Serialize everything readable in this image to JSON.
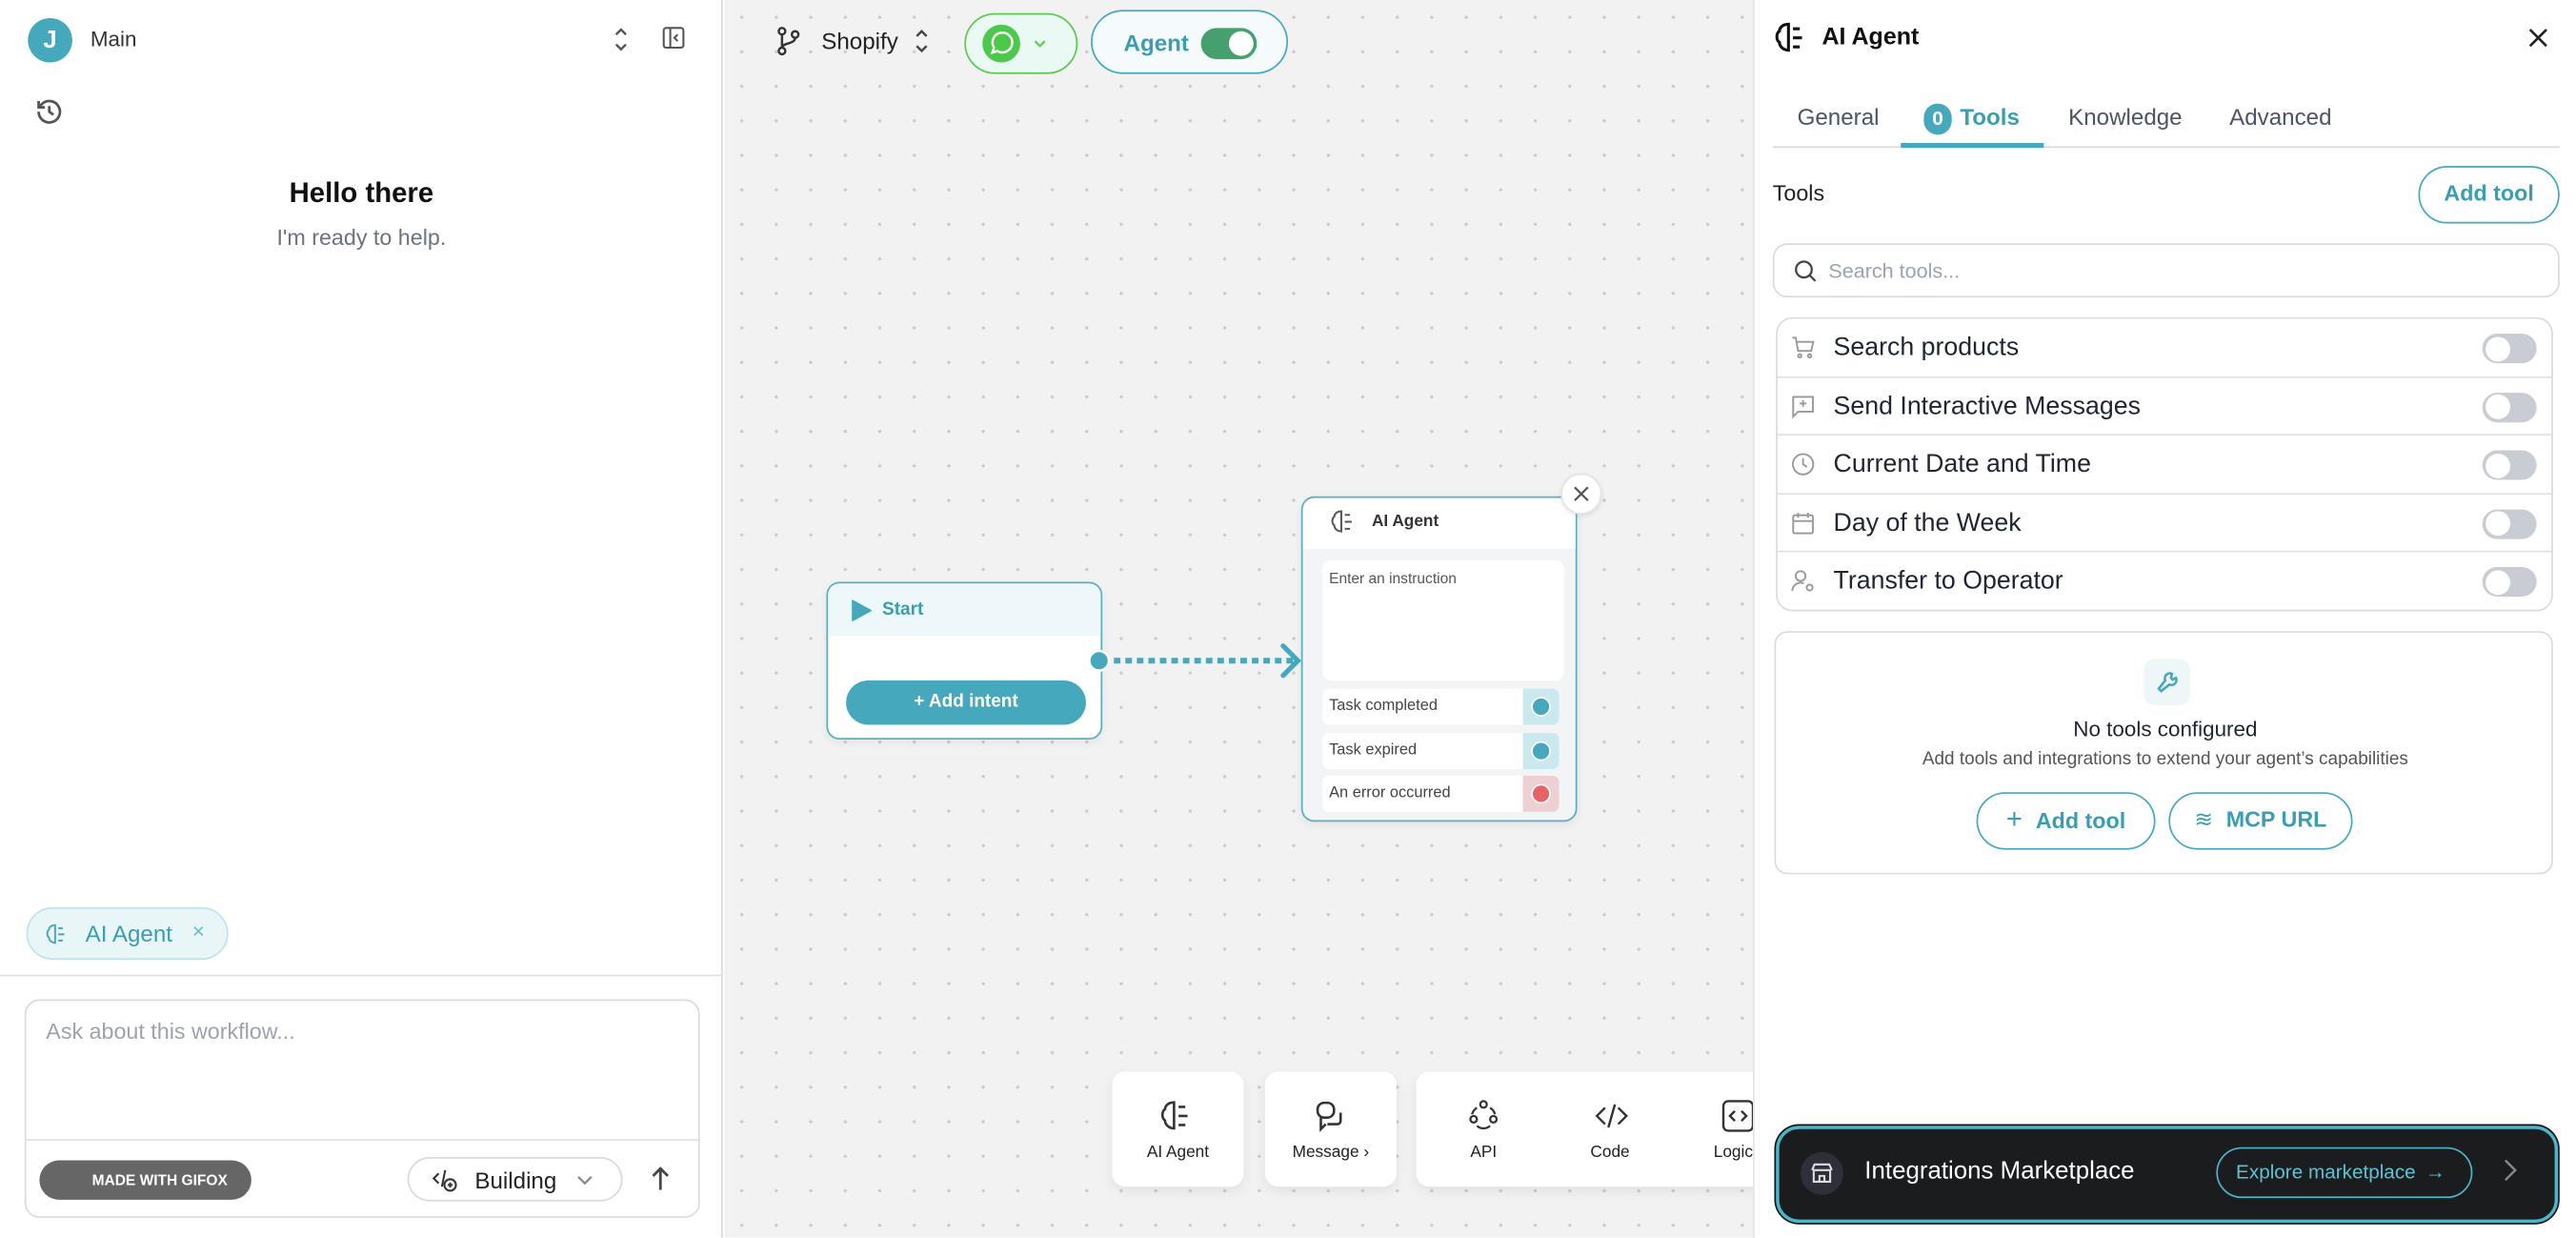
{
  "left_panel": {
    "avatar_letter": "J",
    "workspace": "Main",
    "greeting_title": "Hello there",
    "greeting_subtitle": "I'm ready to help.",
    "context_chip": "AI Agent",
    "chat_placeholder": "Ask about this workflow...",
    "watermark": "MADE WITH GIFOX",
    "mode_select": "Building"
  },
  "canvas": {
    "branch": "Shopify",
    "channel": "whatsapp",
    "agent_toggle_label": "Agent",
    "agent_toggle_on": true,
    "start_node": {
      "title": "Start",
      "add_intent": "+ Add intent"
    },
    "agent_node": {
      "title": "AI Agent",
      "instruction_placeholder": "Enter an instruction",
      "outputs": [
        {
          "label": "Task completed",
          "color": "#45a8bd"
        },
        {
          "label": "Task expired",
          "color": "#45a8bd"
        },
        {
          "label": "An error occurred",
          "color": "#e86464"
        }
      ]
    },
    "toolbar": [
      {
        "label": "AI Agent",
        "icon": "brain-icon"
      },
      {
        "label": "Message ›",
        "icon": "message-icon"
      },
      {
        "label": "API",
        "icon": "api-icon"
      },
      {
        "label": "Code",
        "icon": "code-icon"
      },
      {
        "label": "Logic",
        "icon": "logic-icon"
      }
    ]
  },
  "right_panel": {
    "title": "AI Agent",
    "tabs": [
      {
        "label": "General",
        "active": false
      },
      {
        "label": "Tools",
        "active": true,
        "badge": "0"
      },
      {
        "label": "Knowledge",
        "active": false
      },
      {
        "label": "Advanced",
        "active": false
      }
    ],
    "section_label": "Tools",
    "add_tool": "Add tool",
    "search_placeholder": "Search tools...",
    "tools": [
      {
        "label": "Search products",
        "icon": "cart-icon",
        "enabled": false
      },
      {
        "label": "Send Interactive Messages",
        "icon": "message-plus-icon",
        "enabled": false
      },
      {
        "label": "Current Date and Time",
        "icon": "clock-icon",
        "enabled": false
      },
      {
        "label": "Day of the Week",
        "icon": "calendar-icon",
        "enabled": false
      },
      {
        "label": "Transfer to Operator",
        "icon": "user-gear-icon",
        "enabled": false
      }
    ],
    "empty": {
      "title": "No tools configured",
      "subtitle": "Add tools and integrations to extend your agent’s capabilities",
      "add_tool": "Add tool",
      "mcp_url": "MCP URL"
    },
    "marketplace": {
      "title": "Integrations Marketplace",
      "cta": "Explore marketplace"
    }
  },
  "colors": {
    "accent": "#45a8bd",
    "whatsapp": "#4cc94b",
    "toggle_on": "#45a06e",
    "error": "#e86464"
  }
}
